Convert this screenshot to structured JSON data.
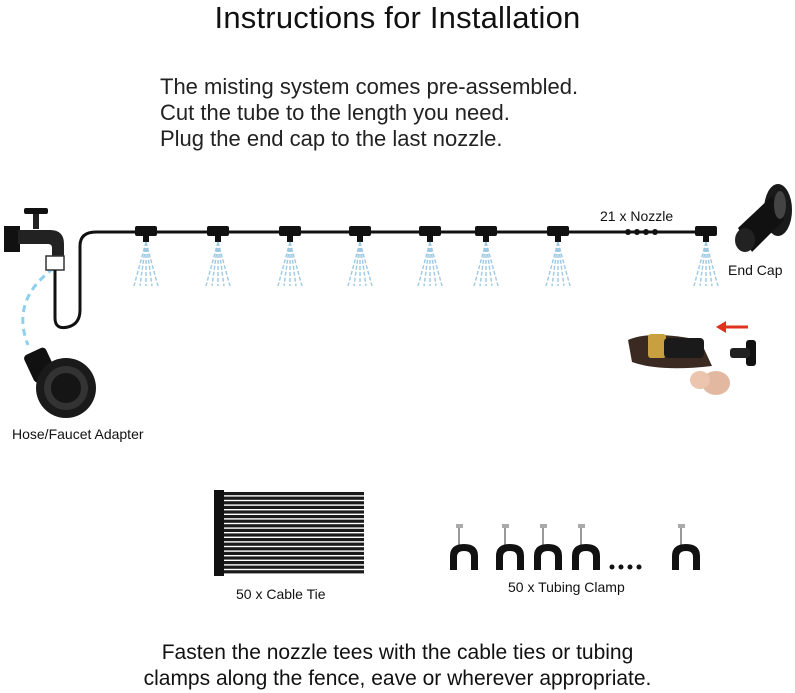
{
  "title": "Instructions for Installation",
  "intro": [
    "The misting system comes pre-assembled.",
    "Cut the tube to the length you need.",
    "Plug the end cap to the last nozzle."
  ],
  "labels": {
    "nozzle_count": "21 x Nozzle",
    "end_cap": "End Cap",
    "adapter": "Hose/Faucet Adapter",
    "cable_tie": "50 x Cable Tie",
    "tubing_clamp": "50 x Tubing Clamp"
  },
  "footer": [
    "Fasten the nozzle tees with the cable ties or tubing",
    "clamps along the fence, eave or wherever appropriate."
  ],
  "colors": {
    "tube": "#111111",
    "mist": "#9ec9e3",
    "water_dash": "#8fd0ee",
    "arrow": "#e0301e",
    "brass": "#c8a040"
  }
}
